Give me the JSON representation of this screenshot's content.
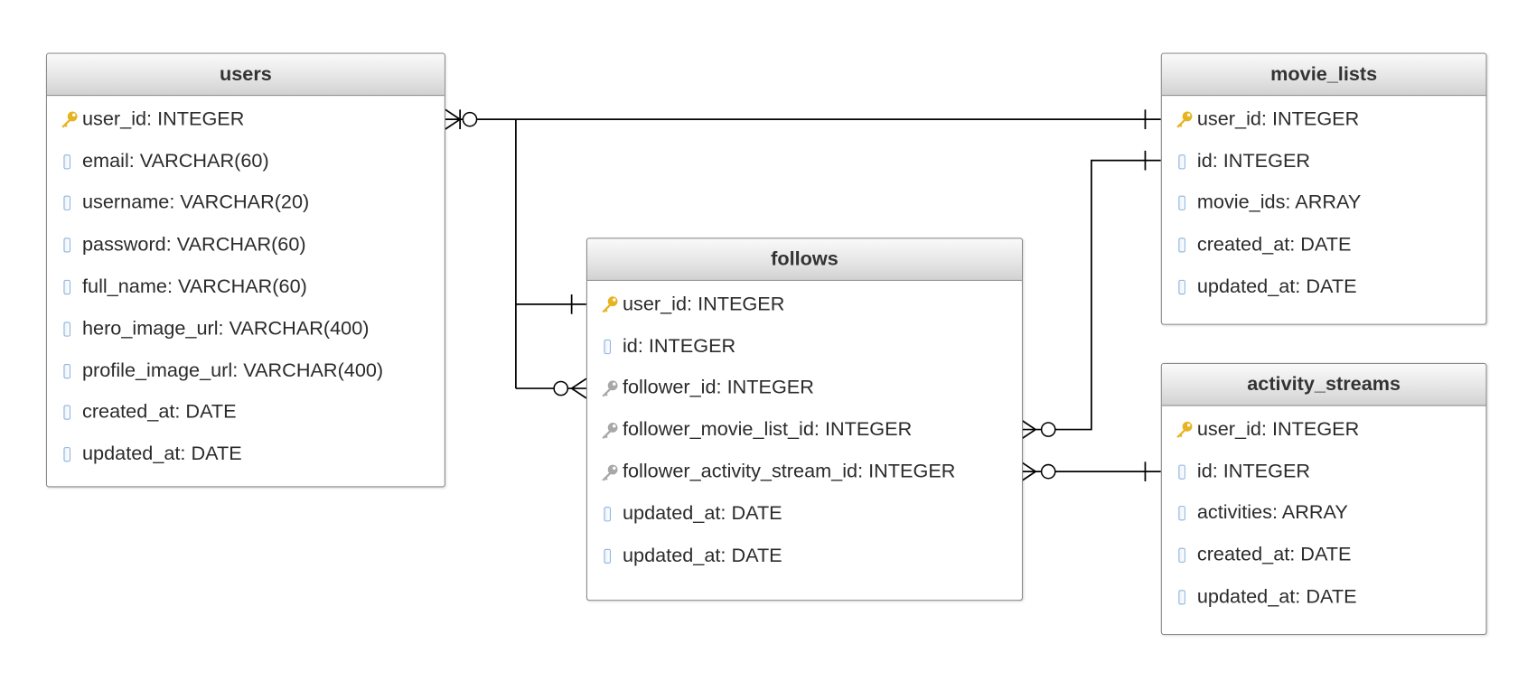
{
  "entities": {
    "users": {
      "title": "users",
      "fields": [
        {
          "text": "user_id: INTEGER",
          "key": "primary"
        },
        {
          "text": "email: VARCHAR(60)",
          "key": "none"
        },
        {
          "text": "username: VARCHAR(20)",
          "key": "none"
        },
        {
          "text": "password: VARCHAR(60)",
          "key": "none"
        },
        {
          "text": "full_name: VARCHAR(60)",
          "key": "none"
        },
        {
          "text": "hero_image_url: VARCHAR(400)",
          "key": "none"
        },
        {
          "text": "profile_image_url: VARCHAR(400)",
          "key": "none"
        },
        {
          "text": "created_at: DATE",
          "key": "none"
        },
        {
          "text": "updated_at: DATE",
          "key": "none"
        }
      ]
    },
    "follows": {
      "title": "follows",
      "fields": [
        {
          "text": "user_id: INTEGER",
          "key": "primary"
        },
        {
          "text": "id: INTEGER",
          "key": "none"
        },
        {
          "text": "follower_id: INTEGER",
          "key": "foreign"
        },
        {
          "text": "follower_movie_list_id: INTEGER",
          "key": "foreign"
        },
        {
          "text": "follower_activity_stream_id: INTEGER",
          "key": "foreign"
        },
        {
          "text": "updated_at: DATE",
          "key": "none"
        },
        {
          "text": "updated_at: DATE",
          "key": "none"
        }
      ]
    },
    "movie_lists": {
      "title": "movie_lists",
      "fields": [
        {
          "text": "user_id: INTEGER",
          "key": "primary"
        },
        {
          "text": "id: INTEGER",
          "key": "none"
        },
        {
          "text": "movie_ids: ARRAY",
          "key": "none"
        },
        {
          "text": "created_at: DATE",
          "key": "none"
        },
        {
          "text": "updated_at: DATE",
          "key": "none"
        }
      ]
    },
    "activity_streams": {
      "title": "activity_streams",
      "fields": [
        {
          "text": "user_id: INTEGER",
          "key": "primary"
        },
        {
          "text": "id: INTEGER",
          "key": "none"
        },
        {
          "text": "activities: ARRAY",
          "key": "none"
        },
        {
          "text": "created_at: DATE",
          "key": "none"
        },
        {
          "text": "updated_at: DATE",
          "key": "none"
        }
      ]
    }
  },
  "relationships": [
    {
      "from": "users.user_id",
      "to": "movie_lists.user_id",
      "from_end": "one-or-many",
      "to_end": "one"
    },
    {
      "from": "users.user_id",
      "to": "follows.user_id",
      "from_end": "one-or-many",
      "to_end": "one"
    },
    {
      "from": "users.user_id",
      "to": "follows.follower_id",
      "from_end": "one-or-many",
      "to_end": "zero-or-many"
    },
    {
      "from": "follows.follower_movie_list_id",
      "to": "movie_lists.id",
      "from_end": "zero-or-many",
      "to_end": "one"
    },
    {
      "from": "follows.follower_activity_stream_id",
      "to": "activity_streams.id",
      "from_end": "zero-or-many",
      "to_end": "one"
    }
  ],
  "colors": {
    "primary_key_icon": "#e8b321",
    "foreign_key_icon": "#a8a8a8",
    "column_icon": "#8fb3dd",
    "line": "#000000",
    "border": "#8a8a8a",
    "text": "#2b2b2b"
  }
}
